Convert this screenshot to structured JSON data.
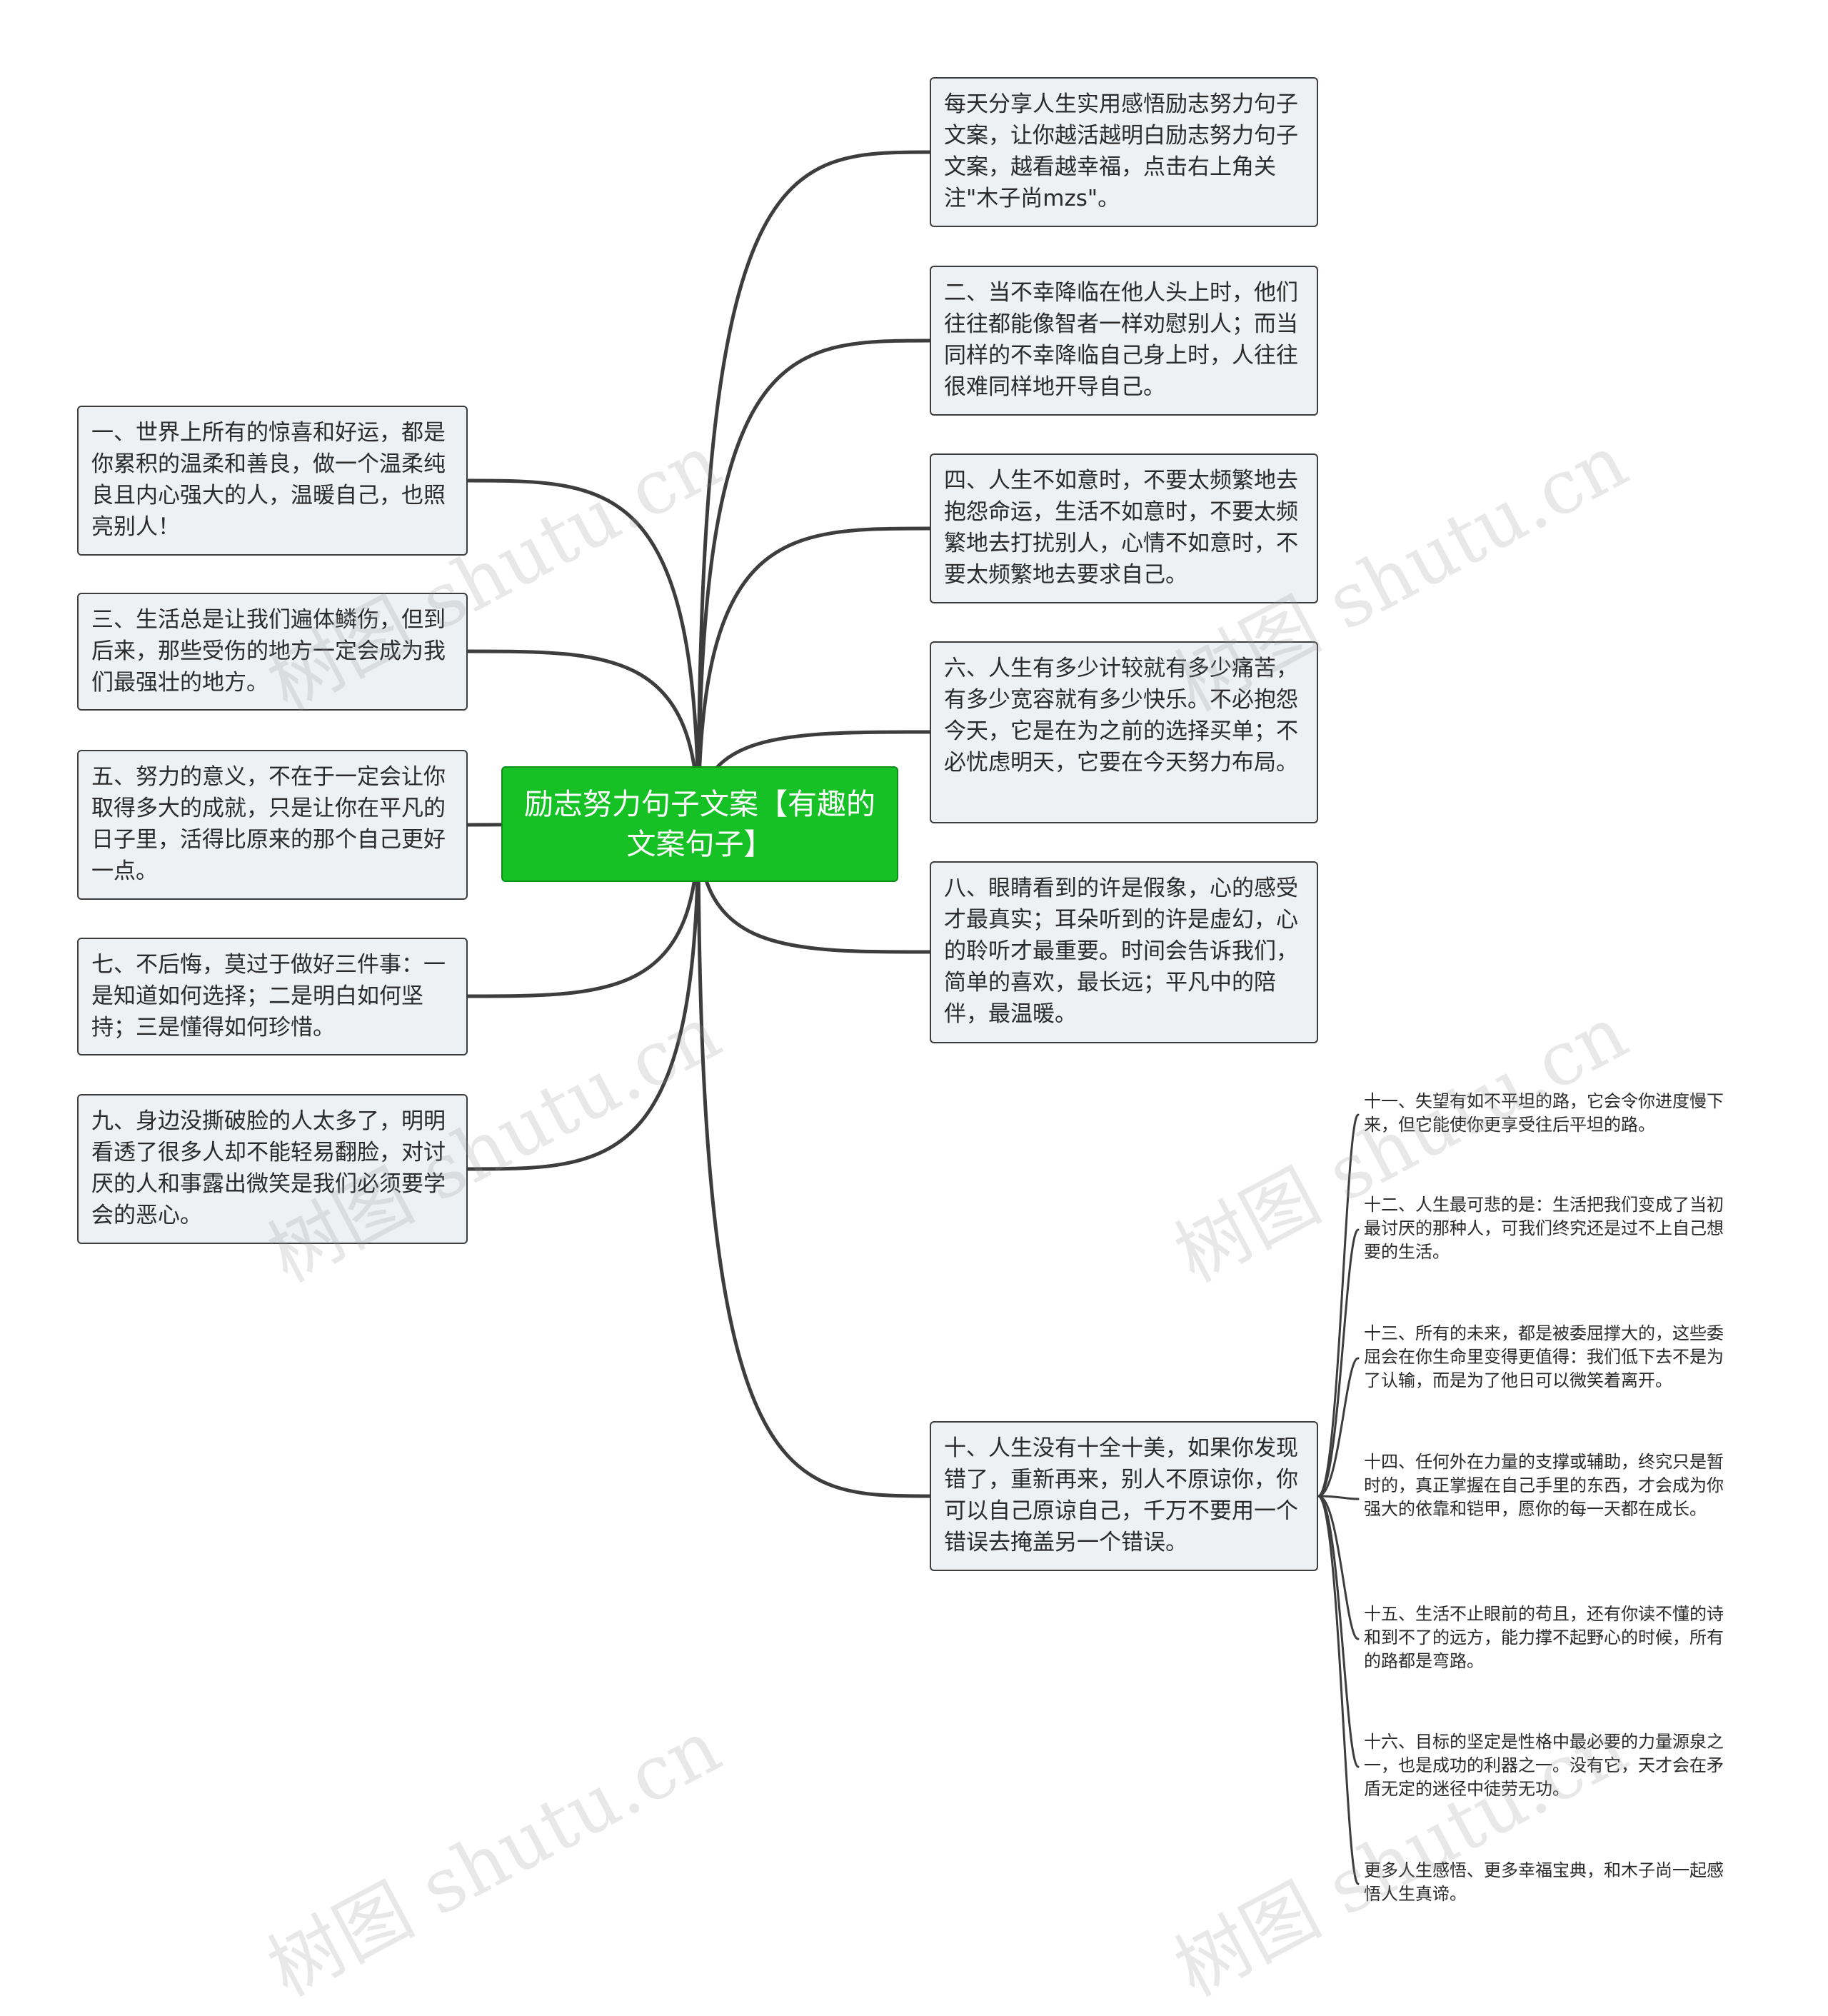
{
  "root": {
    "text": "励志努力句子文案【有趣的文案句子】"
  },
  "right_nodes": [
    {
      "text": "每天分享人生实用感悟励志努力句子文案，让你越活越明白励志努力句子文案，越看越幸福，点击右上角关注\"木子尚mzs\"。"
    },
    {
      "text": "二、当不幸降临在他人头上时，他们往往都能像智者一样劝慰别人；而当同样的不幸降临自己身上时，人往往很难同样地开导自己。"
    },
    {
      "text": "四、人生不如意时，不要太频繁地去抱怨命运，生活不如意时，不要太频繁地去打扰别人，心情不如意时，不要太频繁地去要求自己。"
    },
    {
      "text": "六、人生有多少计较就有多少痛苦，有多少宽容就有多少快乐。不必抱怨今天，它是在为之前的选择买单；不必忧虑明天，它要在今天努力布局。"
    },
    {
      "text": "八、眼睛看到的许是假象，心的感受才最真实；耳朵听到的许是虚幻，心的聆听才最重要。时间会告诉我们，简单的喜欢，最长远；平凡中的陪伴，最温暖。"
    },
    {
      "text": "十、人生没有十全十美，如果你发现错了，重新再来，别人不原谅你，你可以自己原谅自己，千万不要用一个错误去掩盖另一个错误。"
    }
  ],
  "left_nodes": [
    {
      "text": "一、世界上所有的惊喜和好运，都是你累积的温柔和善良，做一个温柔纯良且内心强大的人，温暖自己，也照亮别人！"
    },
    {
      "text": "三、生活总是让我们遍体鳞伤，但到后来，那些受伤的地方一定会成为我们最强壮的地方。"
    },
    {
      "text": "五、努力的意义，不在于一定会让你取得多大的成就，只是让你在平凡的日子里，活得比原来的那个自己更好一点。"
    },
    {
      "text": "七、不后悔，莫过于做好三件事：一是知道如何选择；二是明白如何坚持；三是懂得如何珍惜。"
    },
    {
      "text": "九、身边没撕破脸的人太多了，明明看透了很多人却不能轻易翻脸，对讨厌的人和事露出微笑是我们必须要学会的恶心。"
    }
  ],
  "sub_nodes": [
    {
      "text": "十一、失望有如不平坦的路，它会令你进度慢下来，但它能使你更享受往后平坦的路。"
    },
    {
      "text": "十二、人生最可悲的是：生活把我们变成了当初最讨厌的那种人，可我们终究还是过不上自己想要的生活。"
    },
    {
      "text": "十三、所有的未来，都是被委屈撑大的，这些委屈会在你生命里变得更值得：我们低下去不是为了认输，而是为了他日可以微笑着离开。"
    },
    {
      "text": "十四、任何外在力量的支撑或辅助，终究只是暂时的，真正掌握在自己手里的东西，才会成为你强大的依靠和铠甲，愿你的每一天都在成长。"
    },
    {
      "text": "十五、生活不止眼前的苟且，还有你读不懂的诗和到不了的远方，能力撑不起野心的时候，所有的路都是弯路。"
    },
    {
      "text": "十六、目标的坚定是性格中最必要的力量源泉之一，也是成功的利器之一。没有它，天才会在矛盾无定的迷径中徒劳无功。"
    },
    {
      "text": "更多人生感悟、更多幸福宝典，和木子尚一起感悟人生真谛。"
    }
  ],
  "watermark": "树图 shutu.cn",
  "colors": {
    "root_fill": "#16c126",
    "node_fill": "#eef1f4",
    "line": "#3d3d3d"
  }
}
